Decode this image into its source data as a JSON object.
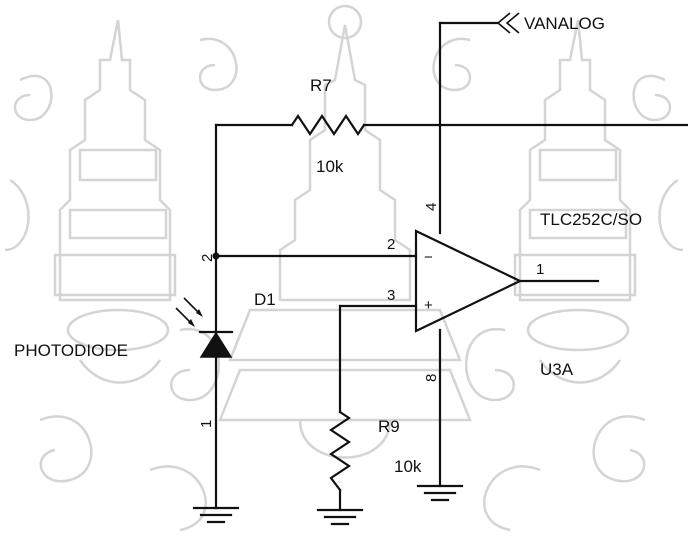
{
  "labels": {
    "vanalog": "VANALOG",
    "r7_ref": "R7",
    "r7_value": "10k",
    "r9_ref": "R9",
    "r9_value": "10k",
    "d1_ref": "D1",
    "photodiode": "PHOTODIODE",
    "opamp_part": "TLC252C/SO",
    "opamp_ref": "U3A"
  },
  "pins": {
    "d1_cathode": "2",
    "d1_anode": "1",
    "opamp_inv": "2",
    "opamp_noninv": "3",
    "opamp_out": "1",
    "opamp_vcc": "4",
    "opamp_gnd": "8",
    "minus_sign": "−",
    "plus_sign": "+"
  }
}
